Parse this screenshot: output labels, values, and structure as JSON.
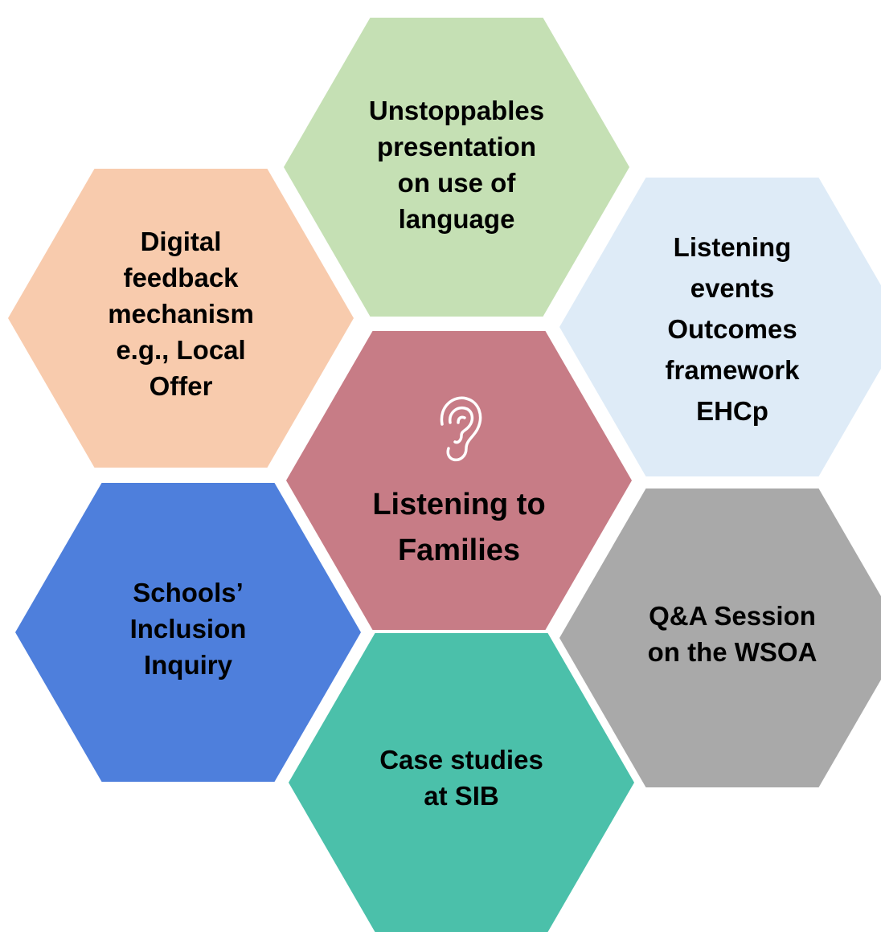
{
  "colors": {
    "top": "#C5E0B4",
    "upper_left": "#F8CBAD",
    "upper_right": "#DEEBF7",
    "center": "#C77C86",
    "lower_left": "#4E7FDC",
    "lower_right": "#A9A9A9",
    "bottom": "#4BC0AA",
    "icon": "#ffffff"
  },
  "center": {
    "icon": "ear-icon",
    "label": "Listening to\nFamilies"
  },
  "top": {
    "label": "Unstoppables\npresentation\non use of\nlanguage"
  },
  "upper_left": {
    "label": "Digital\nfeedback\nmechanism\ne.g., Local\nOffer"
  },
  "upper_right": {
    "label": "Listening\nevents\nOutcomes\nframework\nEHCp"
  },
  "lower_left": {
    "label": "Schools’\nInclusion\nInquiry"
  },
  "lower_right": {
    "label": "Q&A Session\non the WSOA"
  },
  "bottom": {
    "label": "Case studies\nat SIB"
  }
}
